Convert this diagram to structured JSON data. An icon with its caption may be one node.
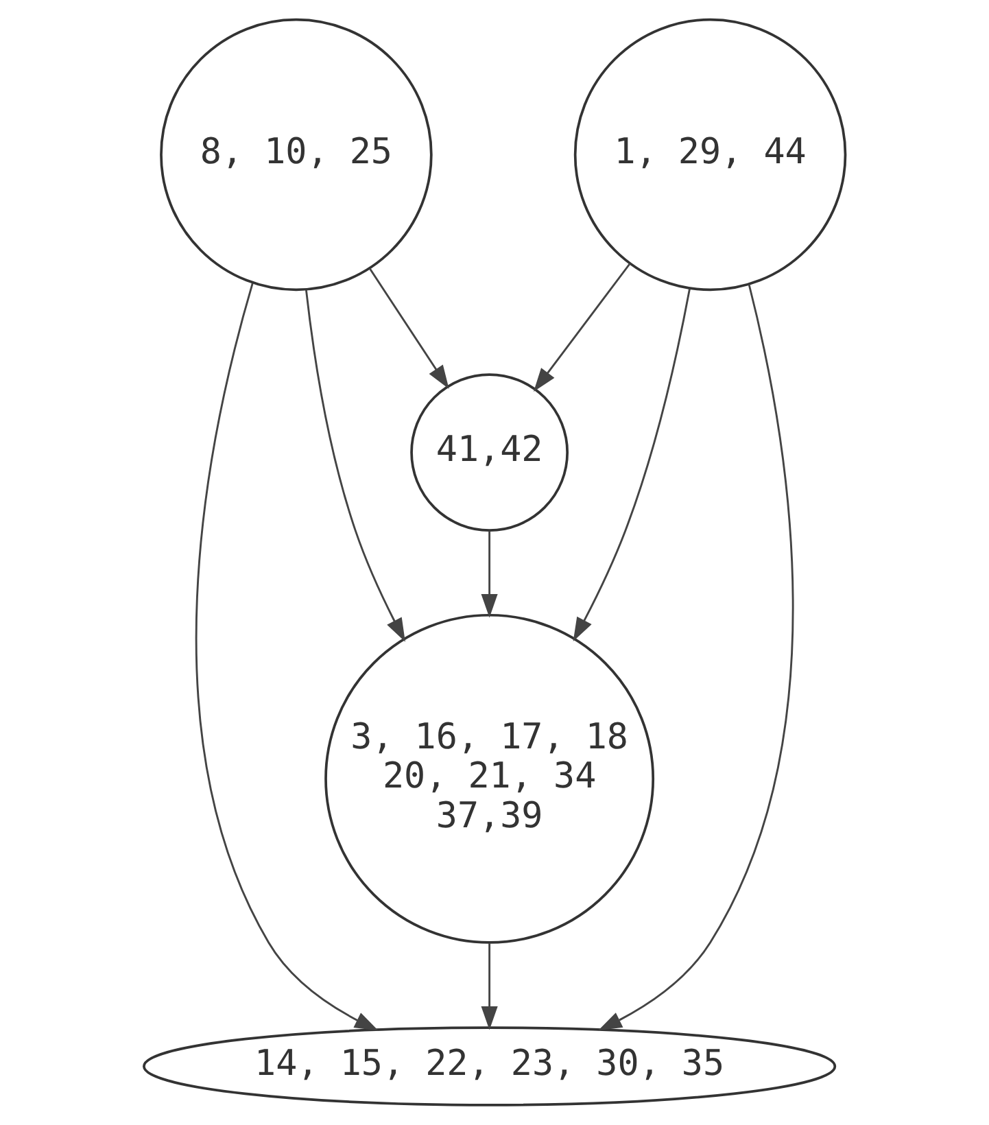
{
  "diagram": {
    "nodes": [
      {
        "text": [
          "8, 10, 25"
        ]
      },
      {
        "text": [
          "1, 29, 44"
        ]
      },
      {
        "text": [
          "41,42"
        ]
      },
      {
        "text": [
          "3, 16, 17, 18 20, 21, 34 37,39"
        ]
      },
      {
        "text": [
          "14, 15, 22, 23, 30, 35"
        ]
      }
    ],
    "edges": [
      {
        "from": 0,
        "to": 2,
        "arrow": "to"
      },
      {
        "from": 1,
        "to": 2,
        "arrow": "to"
      },
      {
        "from": 2,
        "to": 3,
        "arrow": "to"
      },
      {
        "from": 0,
        "to": 3,
        "arrow": "to"
      },
      {
        "from": 1,
        "to": 3,
        "arrow": "to"
      },
      {
        "from": 0,
        "to": 4,
        "arrow": "to"
      },
      {
        "from": 3,
        "to": 4,
        "arrow": "to"
      },
      {
        "from": 1,
        "to": 4,
        "arrow": "to"
      }
    ]
  }
}
